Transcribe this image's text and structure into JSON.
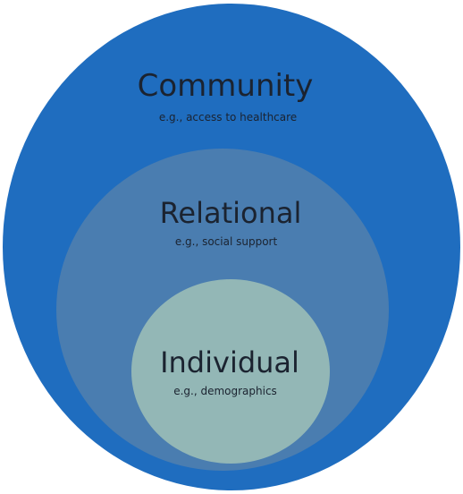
{
  "levels": {
    "community": {
      "title": "Community",
      "example": "e.g., access to healthcare",
      "color": "#1f6dbf"
    },
    "relational": {
      "title": "Relational",
      "example": "e.g., social support",
      "color": "#4a7db0"
    },
    "individual": {
      "title": "Individual",
      "example": "e.g., demographics",
      "color": "#93b7b6"
    }
  },
  "background_color": "#ffffff"
}
